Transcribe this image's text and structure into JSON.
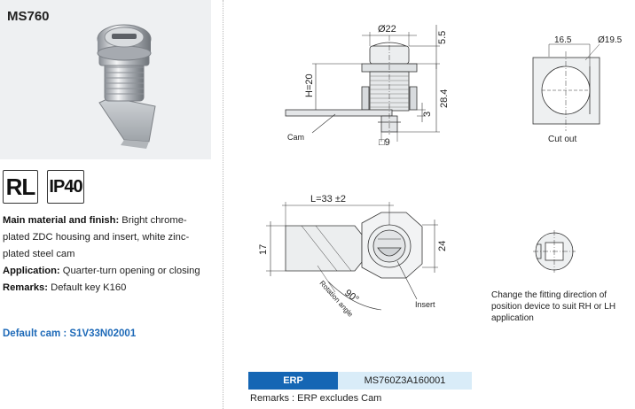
{
  "product": {
    "model": "MS760"
  },
  "badges": {
    "rl": "RL",
    "ip": "IP40"
  },
  "specs": {
    "material_label": "Main material and finish:",
    "material_value": " Bright chrome-plated ZDC housing and insert, white zinc-plated steel cam",
    "application_label": "Application:",
    "application_value": " Quarter-turn opening or closing",
    "remarks_label": "Remarks:",
    "remarks_value": " Default key K160"
  },
  "default_cam": "Default cam : S1V33N02001",
  "drawing_labels": {
    "dia22": "Ø22",
    "dim55": "5.5",
    "h20": "H=20",
    "dim284": "28.4",
    "dim3": "3",
    "sq9": "□9",
    "cam": "Cam",
    "l33": "L=33 ±2",
    "dim17": "17",
    "dim24": "24",
    "angle90": "90°",
    "rotation": "Rotation angle",
    "insert": "Insert",
    "dim165": "16.5",
    "dia195": "Ø19.5"
  },
  "cutout_caption": "Cut out",
  "fit_note": "Change the fitting direction of position device to suit RH or LH application",
  "erp": {
    "header": "ERP",
    "value": "MS760Z3A160001",
    "remarks": "Remarks : ERP excludes Cam"
  },
  "colors": {
    "accent": "#1566b4",
    "link": "#1e6ab8",
    "erp_value_bg": "#d9ecf8"
  }
}
